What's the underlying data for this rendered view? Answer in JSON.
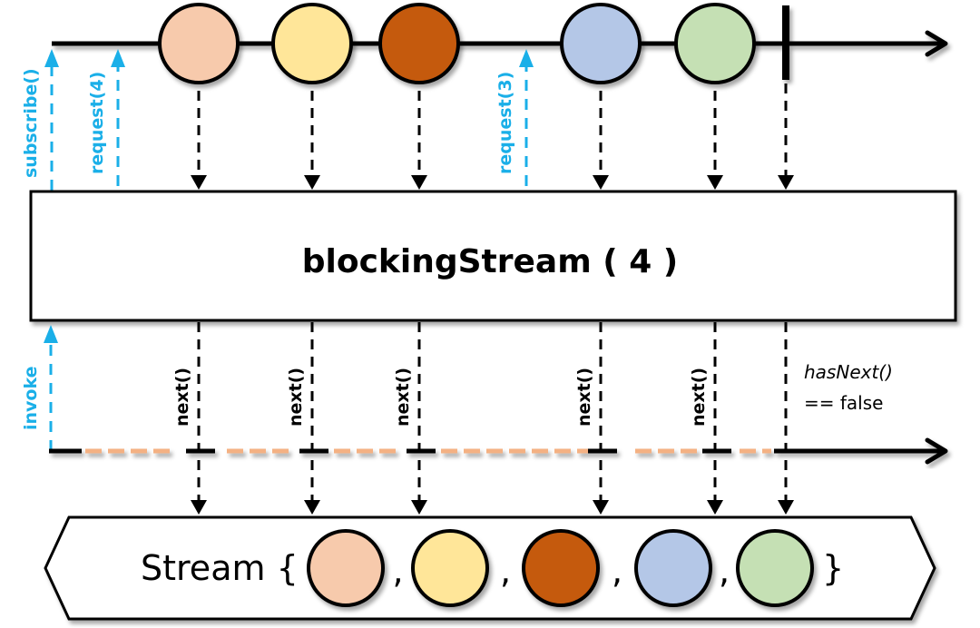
{
  "operator": {
    "title": "blockingStream ( 4 )"
  },
  "upstream": {
    "items": [
      {
        "color": "#F7CAAC"
      },
      {
        "color": "#FFE699"
      },
      {
        "color": "#C55A11"
      },
      {
        "color": "#B4C7E7"
      },
      {
        "color": "#C5E0B4"
      }
    ],
    "signals": [
      {
        "label": "subscribe()"
      },
      {
        "label": "request(4)"
      },
      {
        "label": "request(3)"
      }
    ],
    "completion": "complete"
  },
  "downstream": {
    "invoke_label": "invoke",
    "next_label": "next()",
    "has_next_label": "hasNext()",
    "has_next_result": "== false",
    "wait_color": "#F4B183"
  },
  "result": {
    "prefix": "Stream {",
    "separator": ",",
    "suffix": "}"
  },
  "colors": {
    "signal": "#1AAFE8",
    "line": "#000000"
  }
}
